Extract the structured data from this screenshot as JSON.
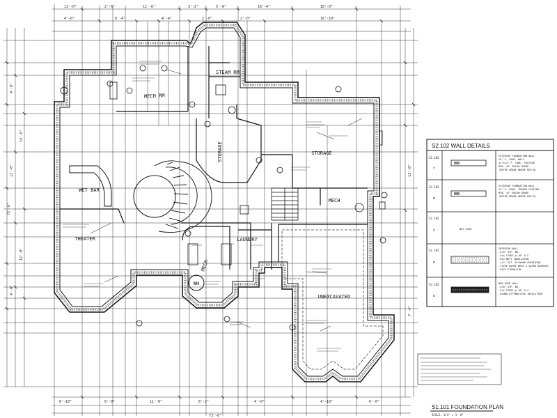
{
  "rooms": {
    "mech_rm": "MECH RM",
    "storage_left": "STORAGE",
    "storage_right": "STORAGE",
    "wet_bar": "WET BAR",
    "theater": "THEATER",
    "mech": "MECH",
    "laundry": "LAUNDRY",
    "unexcavated": "UNEXCAVATED",
    "steam_rm": "STEAM RM",
    "wh": "WH"
  },
  "wall_details": {
    "title": "S2.102  WALL DETAILS",
    "rows": [
      {
        "ref": "S2.102",
        "tag": "A",
        "lines": [
          "EXTERIOR FOUNDATION WALL",
          "12\" P. CONC. WALL",
          "12\"x24\" P. CONC. FOOTING",
          "MIN. 42\" BELOW GRADE",
          "(REFER GRADE WHERE REQ'D)"
        ]
      },
      {
        "ref": "S2.102",
        "tag": "B",
        "lines": [
          "EXTERIOR FOUNDATION WALL",
          "12\" P. CONC. TRENCH FOOTING",
          "MIN. 42\" BELOW GRADE",
          "(REFER GRADE WHERE REQ'D)"
        ]
      },
      {
        "ref": "S2.102",
        "tag": "C",
        "lines": [
          "NOT USED"
        ]
      },
      {
        "ref": "S2.102",
        "tag": "D",
        "lines": [
          "INTERIOR WALL",
          "-5/8\" GYP. BD.",
          "-2x4 STUDS @ 16\" O.C.",
          "-R13 BATT INSULATION",
          "-1/2\" EXT. PLYWOOD SHEATHING",
          "-TYVEK HOUSE WRAP & VAPOR BARRIER",
          "-FACE STONE/STR."
        ]
      },
      {
        "ref": "S2.102",
        "tag": "E",
        "lines": [
          "NEW STUD WALL",
          "-5/8\" GYP. BD.",
          "-2x4 STUDS @ 16\" O.C.",
          "-SOUND ATTENUATING INSULATION"
        ]
      }
    ]
  },
  "plan_title": "S1.101  FOUNDATION PLAN",
  "plan_scale": "SCALE: 1/4\" = 1'-0\""
}
